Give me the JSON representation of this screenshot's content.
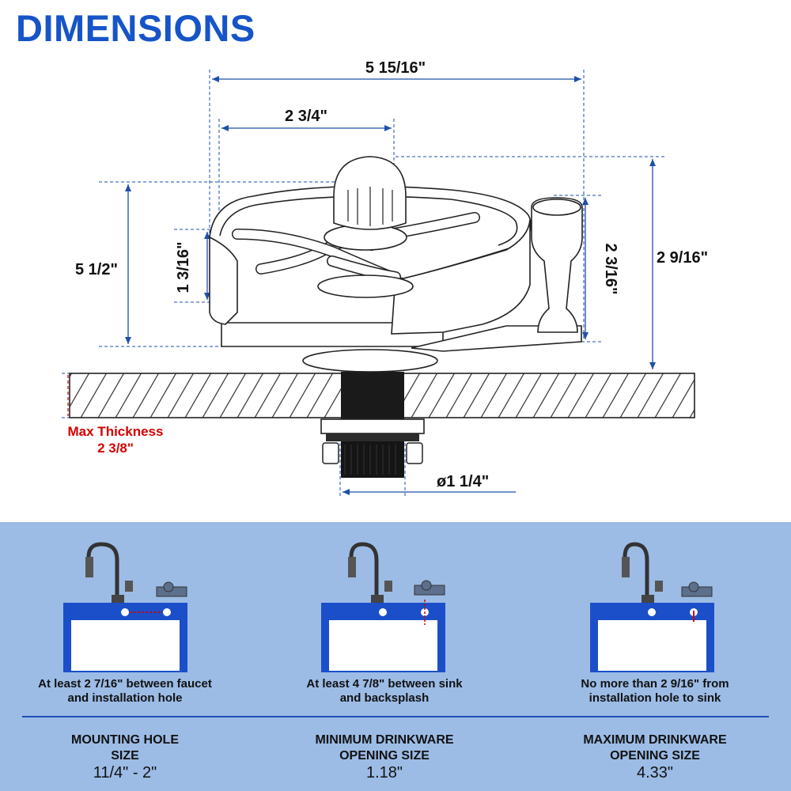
{
  "header": {
    "title": "DIMENSIONS"
  },
  "dimensions": {
    "overall_width": "5 15/16\"",
    "bowl_width": "2 3/4\"",
    "height_left": "5 1/2\"",
    "small_height": "1 3/16\"",
    "handle_height": "2 3/16\"",
    "overall_height": "2 9/16\"",
    "max_thickness_label": "Max Thickness",
    "max_thickness_value": "2 3/8\"",
    "pipe_diameter": "ø1 1/4\""
  },
  "requirements": [
    {
      "note": "At least 2 7/16\" between faucet\nand installation hole",
      "spec_title": "MOUNTING HOLE\nSIZE",
      "spec_value": "11/4\" - 2\""
    },
    {
      "note": "At least 4 7/8\" between sink\nand backsplash",
      "spec_title": "MINIMUM DRINKWARE\nOPENING SIZE",
      "spec_value": "1.18\""
    },
    {
      "note": "No more than 2 9/16\" from\ninstallation hole to sink",
      "spec_title": "MAXIMUM DRINKWARE\nOPENING SIZE",
      "spec_value": "4.33\""
    }
  ],
  "colors": {
    "title_blue": "#1654c8",
    "dimension_line": "#1f4fa8",
    "bottom_panel": "#9cbce6",
    "sink_blue": "#1b4fc9",
    "warning_red": "#d60000"
  }
}
